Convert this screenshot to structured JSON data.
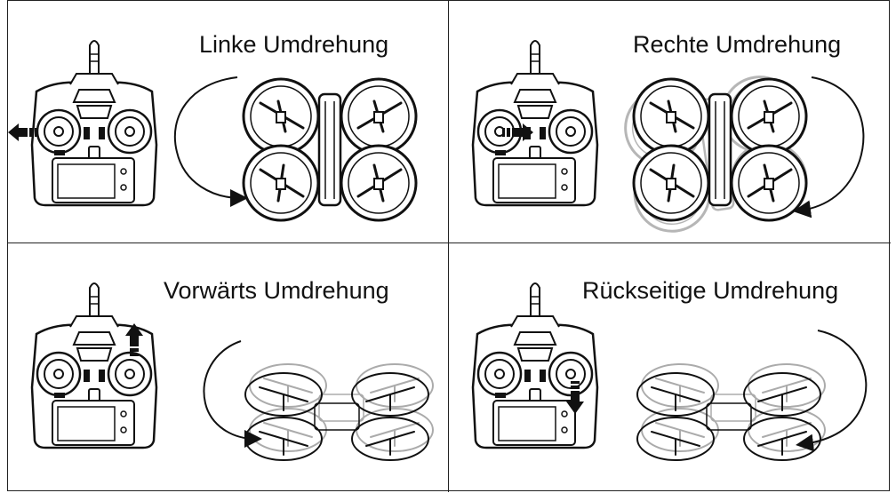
{
  "panels": {
    "top_left": {
      "title": "Linke Umdrehung"
    },
    "top_right": {
      "title": "Rechte Umdrehung"
    },
    "bottom_left": {
      "title": "Vorwärts Umdrehung"
    },
    "bottom_right": {
      "title": "Rückseitige Umdrehung"
    }
  },
  "colors": {
    "line": "#111111",
    "ghost": "#b0b0b0"
  },
  "icons": [
    "remote-controller-icon",
    "quadcopter-icon",
    "rotation-arrow-icon",
    "direction-arrow-icon"
  ]
}
